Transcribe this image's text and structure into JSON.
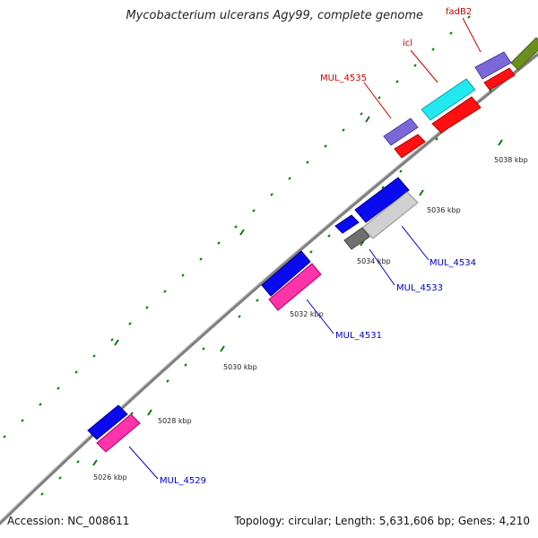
{
  "title": "Mycobacterium ulcerans Agy99, complete genome",
  "footer": {
    "accession": "Accession: NC_008611",
    "summary": "Topology: circular; Length: 5,631,606 bp; Genes: 4,210"
  },
  "colors": {
    "backbone": "#808080",
    "tick": "#0a7a0a",
    "label_red": "#cc0000",
    "label_blue": "#0000cc"
  },
  "tick_labels": [
    "5026 kbp",
    "5028 kbp",
    "5030 kbp",
    "5032 kbp",
    "5034 kbp",
    "5036 kbp",
    "5038 kbp"
  ],
  "gene_labels": [
    {
      "text": "fadB2",
      "color": "#cc0000"
    },
    {
      "text": "icl",
      "color": "#cc0000"
    },
    {
      "text": "MUL_4535",
      "color": "#cc0000"
    },
    {
      "text": "MUL_4534",
      "color": "#0000cc"
    },
    {
      "text": "MUL_4533",
      "color": "#0000cc"
    },
    {
      "text": "MUL_4531",
      "color": "#0000cc"
    },
    {
      "text": "MUL_4529",
      "color": "#0000cc"
    }
  ]
}
